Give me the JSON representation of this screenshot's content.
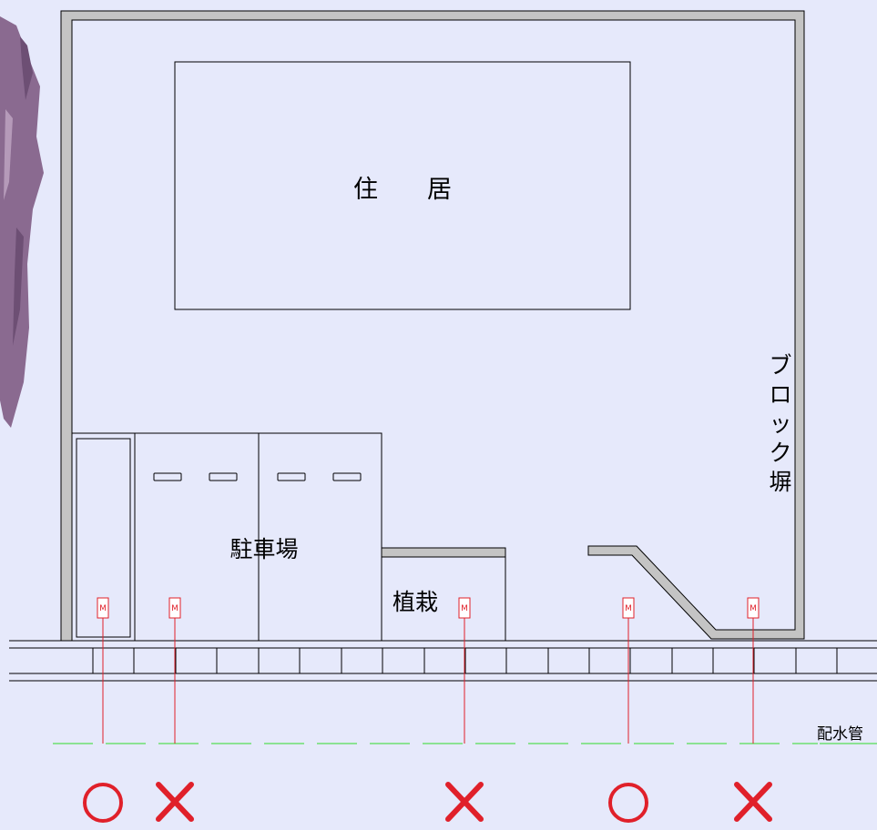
{
  "labels": {
    "house": "住　　居",
    "parking": "駐車場",
    "planting": "植栽",
    "block_wall": [
      "ブ",
      "ロ",
      "ッ",
      "ク",
      "塀"
    ],
    "water_main": "配水管"
  },
  "meters": [
    {
      "id": "meter-1",
      "text": "M",
      "verdict": "ok"
    },
    {
      "id": "meter-2",
      "text": "M",
      "verdict": "ng"
    },
    {
      "id": "meter-3",
      "text": "M",
      "verdict": "ng"
    },
    {
      "id": "meter-4",
      "text": "M",
      "verdict": "ok"
    },
    {
      "id": "meter-5",
      "text": "M",
      "verdict": "ng"
    }
  ],
  "colors": {
    "background": "#e6e9fb",
    "wall_fill": "#c4c4c4",
    "meter_red": "#e0202a",
    "water_main_green": "#55dd55",
    "decoration_purple": "#8a6a90"
  }
}
